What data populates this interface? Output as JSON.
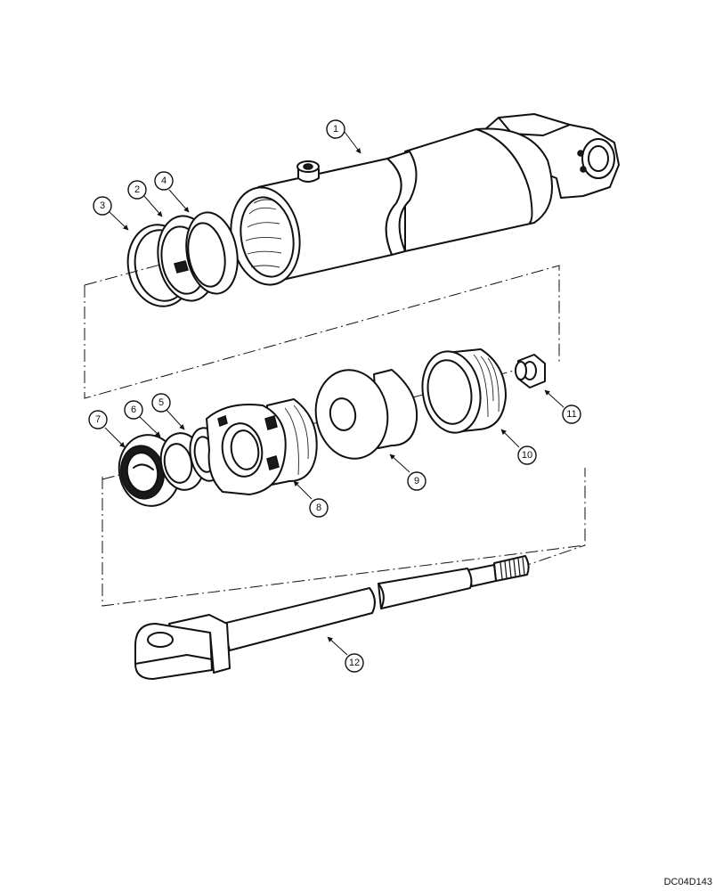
{
  "figure": {
    "drawing_code": "DC04D143",
    "callouts": [
      {
        "id": "callout-1",
        "label": "1"
      },
      {
        "id": "callout-2",
        "label": "2"
      },
      {
        "id": "callout-3",
        "label": "3"
      },
      {
        "id": "callout-4",
        "label": "4"
      },
      {
        "id": "callout-5",
        "label": "5"
      },
      {
        "id": "callout-6",
        "label": "6"
      },
      {
        "id": "callout-7",
        "label": "7"
      },
      {
        "id": "callout-8",
        "label": "8"
      },
      {
        "id": "callout-9",
        "label": "9"
      },
      {
        "id": "callout-10",
        "label": "10"
      },
      {
        "id": "callout-11",
        "label": "11"
      },
      {
        "id": "callout-12",
        "label": "12"
      }
    ]
  }
}
